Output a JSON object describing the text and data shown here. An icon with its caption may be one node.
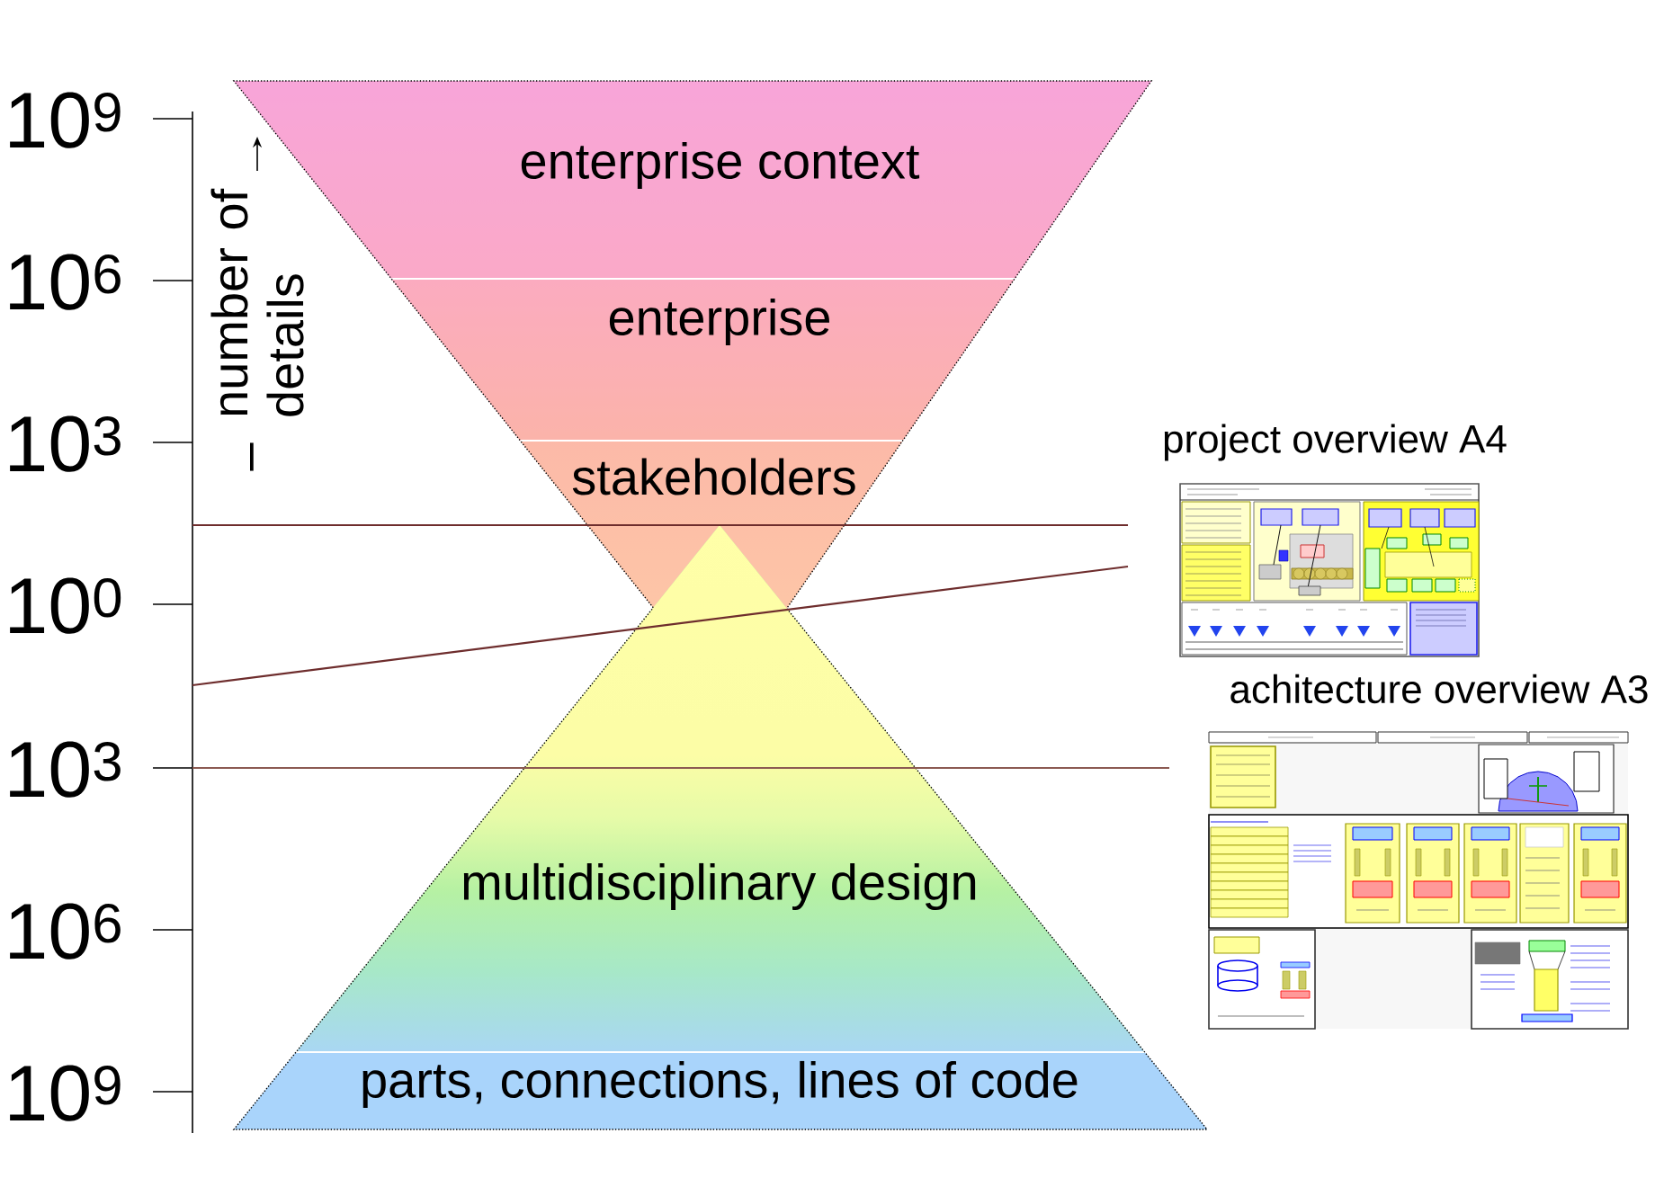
{
  "diagram": {
    "nodes": [
      {
        "text": [
          "enterprise context"
        ]
      },
      {
        "text": [
          "enterprise"
        ]
      },
      {
        "text": [
          "stakeholders"
        ]
      },
      {
        "text": [
          "multidisciplinary design"
        ]
      },
      {
        "text": [
          "parts, connections, lines of code"
        ]
      },
      {
        "text": [
          "project overview A4"
        ]
      },
      {
        "text": [
          "achitecture overview A3"
        ]
      }
    ],
    "labels": [
      "10$^{9}$",
      "10$^{6}$",
      "10$^{3}$",
      "10$^{0}$",
      "10$^{3}$",
      "10$^{6}$",
      "10$^{9}$",
      "number of details",
      "–"
    ]
  }
}
